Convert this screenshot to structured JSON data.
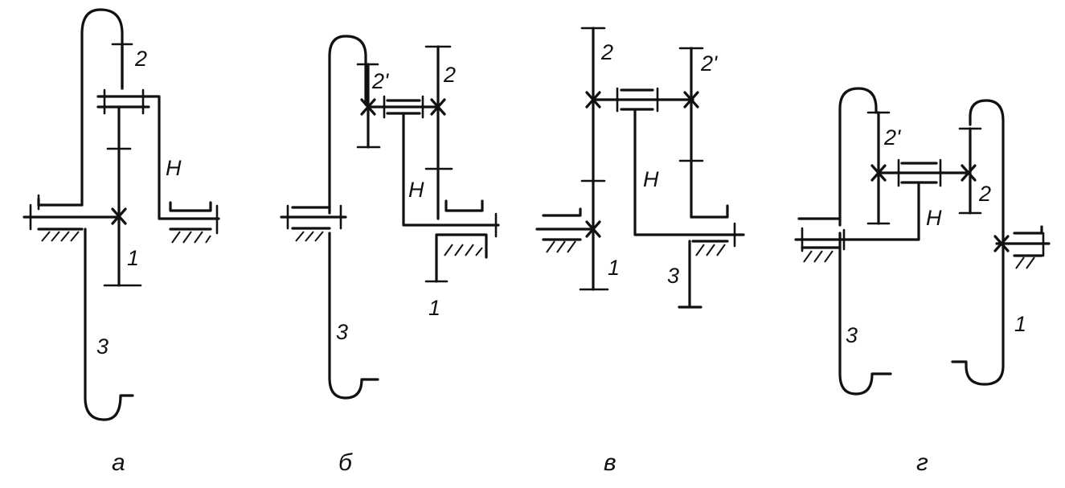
{
  "diagrams": [
    {
      "caption": "а",
      "labels": {
        "g1": "1",
        "g2": "2",
        "g3": "3",
        "carrier": "H"
      }
    },
    {
      "caption": "б",
      "labels": {
        "g1": "1",
        "g2": "2",
        "g2p": "2'",
        "g3": "3",
        "carrier": "H"
      }
    },
    {
      "caption": "в",
      "labels": {
        "g1": "1",
        "g2": "2",
        "g2p": "2'",
        "g3": "3",
        "carrier": "H"
      }
    },
    {
      "caption": "г",
      "labels": {
        "g1": "1",
        "g2": "2",
        "g2p": "2'",
        "g3": "3",
        "carrier": "H"
      }
    }
  ]
}
